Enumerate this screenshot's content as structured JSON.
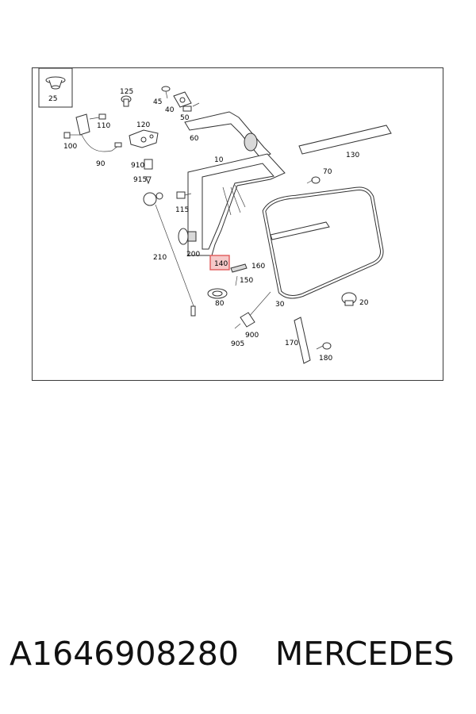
{
  "labels": {
    "l25": "25",
    "l125": "125",
    "l45": "45",
    "l40": "40",
    "l50": "50",
    "l60": "60",
    "l110": "110",
    "l120": "120",
    "l100": "100",
    "l90": "90",
    "l910": "910",
    "l915": "915",
    "l10": "10",
    "l130": "130",
    "l70": "70",
    "l115": "115",
    "l210": "210",
    "l200": "200",
    "l140": "140",
    "l160": "160",
    "l150": "150",
    "l80": "80",
    "l30": "30",
    "l20": "20",
    "l900": "900",
    "l905": "905",
    "l170": "170",
    "l180": "180"
  },
  "highlight": {
    "color": "#e05a5a",
    "fill": "#f6c9c9"
  },
  "footer": {
    "part_number": "A1646908280",
    "brand": "MERCEDES"
  }
}
